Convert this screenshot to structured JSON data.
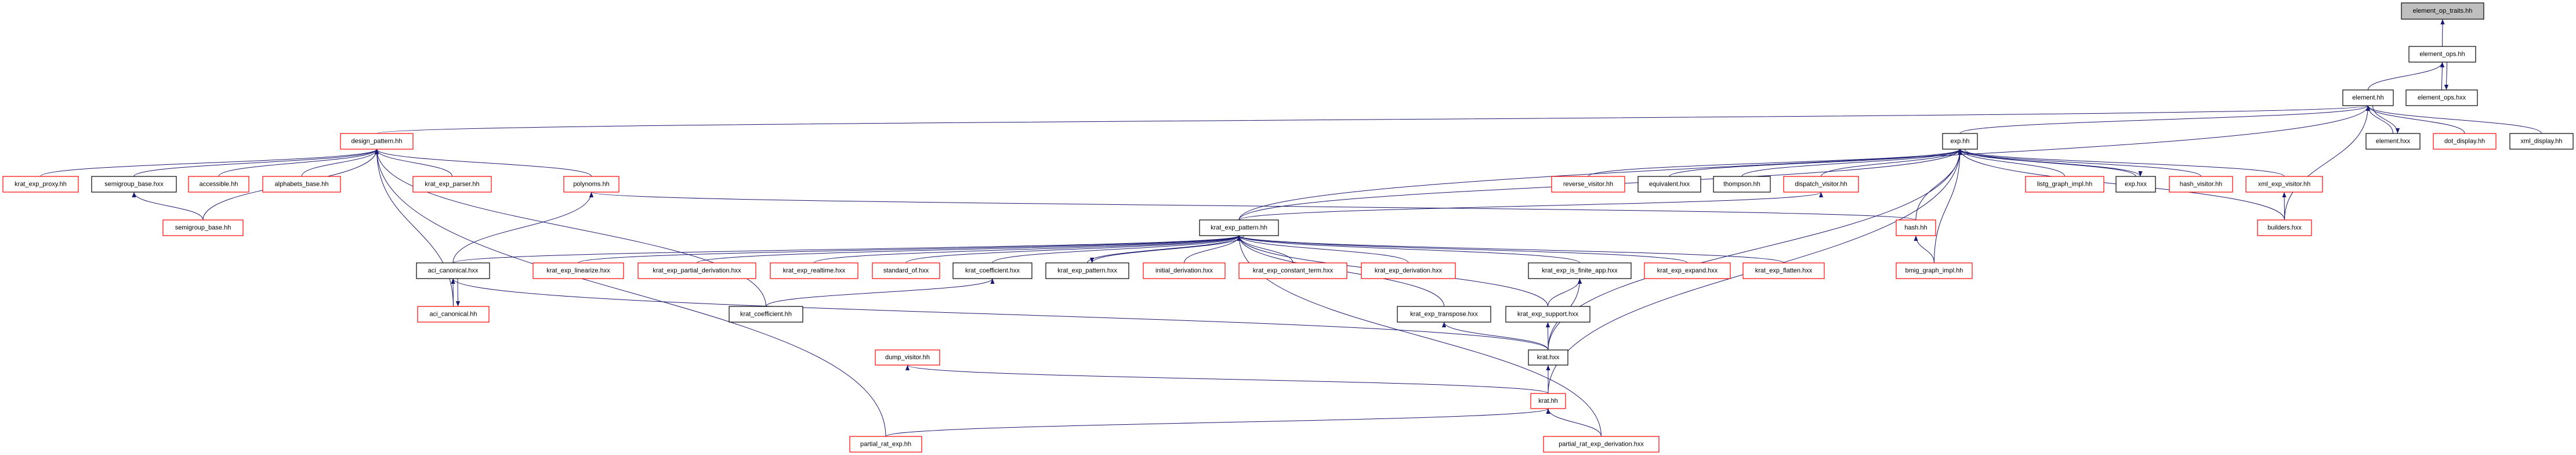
{
  "graph": {
    "type": "include-dependency-graph",
    "colors": {
      "edge": "#191970",
      "red_border": "#ff0000",
      "black_border": "#000000",
      "root_fill": "#bfbfbf"
    },
    "nodes": [
      {
        "id": "element_op_traits_hh",
        "label": "element_op_traits.hh",
        "style": "root"
      },
      {
        "id": "element_ops_hh",
        "label": "element_ops.hh",
        "style": "black"
      },
      {
        "id": "element_hh",
        "label": "element.hh",
        "style": "black"
      },
      {
        "id": "element_ops_hxx",
        "label": "element_ops.hxx",
        "style": "black"
      },
      {
        "id": "element_hxx",
        "label": "element.hxx",
        "style": "black"
      },
      {
        "id": "dot_display_hh",
        "label": "dot_display.hh",
        "style": "red"
      },
      {
        "id": "xml_display_hh",
        "label": "xml_display.hh",
        "style": "black"
      },
      {
        "id": "design_pattern_hh",
        "label": "design_pattern.hh",
        "style": "red"
      },
      {
        "id": "exp_hh",
        "label": "exp.hh",
        "style": "black"
      },
      {
        "id": "krat_exp_proxy_hh",
        "label": "krat_exp_proxy.hh",
        "style": "red"
      },
      {
        "id": "semigroup_base_hxx",
        "label": "semigroup_base.hxx",
        "style": "black"
      },
      {
        "id": "accessible_hh",
        "label": "accessible.hh",
        "style": "red"
      },
      {
        "id": "alphabets_base_hh",
        "label": "alphabets_base.hh",
        "style": "red"
      },
      {
        "id": "krat_exp_parser_hh",
        "label": "krat_exp_parser.hh",
        "style": "red"
      },
      {
        "id": "polynoms_hh",
        "label": "polynoms.hh",
        "style": "red"
      },
      {
        "id": "reverse_visitor_hh",
        "label": "reverse_visitor.hh",
        "style": "red"
      },
      {
        "id": "equivalent_hxx",
        "label": "equivalent.hxx",
        "style": "black"
      },
      {
        "id": "thompson_hh",
        "label": "thompson.hh",
        "style": "black"
      },
      {
        "id": "dispatch_visitor_hh",
        "label": "dispatch_visitor.hh",
        "style": "red"
      },
      {
        "id": "listg_graph_impl_hh",
        "label": "listg_graph_impl.hh",
        "style": "red"
      },
      {
        "id": "exp_hxx",
        "label": "exp.hxx",
        "style": "black"
      },
      {
        "id": "hash_visitor_hh",
        "label": "hash_visitor.hh",
        "style": "red"
      },
      {
        "id": "xml_exp_visitor_hh",
        "label": "xml_exp_visitor.hh",
        "style": "red"
      },
      {
        "id": "semigroup_base_hh",
        "label": "semigroup_base.hh",
        "style": "red"
      },
      {
        "id": "krat_exp_pattern_hh",
        "label": "krat_exp_pattern.hh",
        "style": "black"
      },
      {
        "id": "hash_hh",
        "label": "hash.hh",
        "style": "red"
      },
      {
        "id": "builders_hxx",
        "label": "builders.hxx",
        "style": "red"
      },
      {
        "id": "aci_canonical_hxx",
        "label": "aci_canonical.hxx",
        "style": "black"
      },
      {
        "id": "krat_exp_linearize_hxx",
        "label": "krat_exp_linearize.hxx",
        "style": "red"
      },
      {
        "id": "krat_exp_partial_derivation_hxx",
        "label": "krat_exp_partial_derivation.hxx",
        "style": "red"
      },
      {
        "id": "krat_exp_realtime_hxx",
        "label": "krat_exp_realtime.hxx",
        "style": "red"
      },
      {
        "id": "standard_of_hxx",
        "label": "standard_of.hxx",
        "style": "red"
      },
      {
        "id": "krat_coefficient_hxx",
        "label": "krat_coefficient.hxx",
        "style": "black"
      },
      {
        "id": "krat_exp_pattern_hxx",
        "label": "krat_exp_pattern.hxx",
        "style": "black"
      },
      {
        "id": "initial_derivation_hxx",
        "label": "initial_derivation.hxx",
        "style": "red"
      },
      {
        "id": "krat_exp_constant_term_hxx",
        "label": "krat_exp_constant_term.hxx",
        "style": "red"
      },
      {
        "id": "krat_exp_derivation_hxx",
        "label": "krat_exp_derivation.hxx",
        "style": "red"
      },
      {
        "id": "krat_exp_is_finite_app_hxx",
        "label": "krat_exp_is_finite_app.hxx",
        "style": "black"
      },
      {
        "id": "krat_exp_expand_hxx",
        "label": "krat_exp_expand.hxx",
        "style": "red"
      },
      {
        "id": "krat_exp_flatten_hxx",
        "label": "krat_exp_flatten.hxx",
        "style": "red"
      },
      {
        "id": "bmig_graph_impl_hh",
        "label": "bmig_graph_impl.hh",
        "style": "red"
      },
      {
        "id": "aci_canonical_hh",
        "label": "aci_canonical.hh",
        "style": "red"
      },
      {
        "id": "krat_coefficient_hh",
        "label": "krat_coefficient.hh",
        "style": "black"
      },
      {
        "id": "krat_exp_transpose_hxx",
        "label": "krat_exp_transpose.hxx",
        "style": "black"
      },
      {
        "id": "krat_exp_support_hxx",
        "label": "krat_exp_support.hxx",
        "style": "black"
      },
      {
        "id": "dump_visitor_hh",
        "label": "dump_visitor.hh",
        "style": "red"
      },
      {
        "id": "krat_hxx",
        "label": "krat.hxx",
        "style": "black"
      },
      {
        "id": "krat_hh",
        "label": "krat.hh",
        "style": "red"
      },
      {
        "id": "partial_rat_exp_hh",
        "label": "partial_rat_exp.hh",
        "style": "red"
      },
      {
        "id": "partial_rat_exp_derivation_hxx",
        "label": "partial_rat_exp_derivation.hxx",
        "style": "red"
      }
    ],
    "edges": [
      [
        "element_ops_hh",
        "element_op_traits_hh"
      ],
      [
        "element_hh",
        "element_ops_hh"
      ],
      [
        "element_ops_hxx",
        "element_ops_hh"
      ],
      [
        "element_ops_hh",
        "element_ops_hxx"
      ],
      [
        "element_hxx",
        "element_hh"
      ],
      [
        "element_hh",
        "element_hxx"
      ],
      [
        "dot_display_hh",
        "element_hh"
      ],
      [
        "xml_display_hh",
        "element_hh"
      ],
      [
        "design_pattern_hh",
        "element_hh"
      ],
      [
        "exp_hh",
        "element_hh"
      ],
      [
        "krat_exp_pattern_hh",
        "element_hh"
      ],
      [
        "builders_hxx",
        "element_hh"
      ],
      [
        "reverse_visitor_hh",
        "exp_hh"
      ],
      [
        "equivalent_hxx",
        "exp_hh"
      ],
      [
        "thompson_hh",
        "exp_hh"
      ],
      [
        "dispatch_visitor_hh",
        "exp_hh"
      ],
      [
        "listg_graph_impl_hh",
        "exp_hh"
      ],
      [
        "exp_hxx",
        "exp_hh"
      ],
      [
        "exp_hh",
        "exp_hxx"
      ],
      [
        "hash_visitor_hh",
        "exp_hh"
      ],
      [
        "xml_exp_visitor_hh",
        "exp_hh"
      ],
      [
        "builders_hxx",
        "exp_hh"
      ],
      [
        "builders_hxx",
        "xml_exp_visitor_hh"
      ],
      [
        "hash_hh",
        "exp_hh"
      ],
      [
        "bmig_graph_impl_hh",
        "exp_hh"
      ],
      [
        "bmig_graph_impl_hh",
        "hash_hh"
      ],
      [
        "krat_hxx",
        "exp_hh"
      ],
      [
        "krat_hh",
        "exp_hh"
      ],
      [
        "krat_exp_pattern_hh",
        "exp_hh"
      ],
      [
        "krat_exp_pattern_hh",
        "dispatch_visitor_hh"
      ],
      [
        "hash_hh",
        "polynoms_hh"
      ],
      [
        "krat_exp_proxy_hh",
        "design_pattern_hh"
      ],
      [
        "semigroup_base_hxx",
        "design_pattern_hh"
      ],
      [
        "accessible_hh",
        "design_pattern_hh"
      ],
      [
        "alphabets_base_hh",
        "design_pattern_hh"
      ],
      [
        "semigroup_base_hh",
        "design_pattern_hh"
      ],
      [
        "krat_exp_parser_hh",
        "design_pattern_hh"
      ],
      [
        "polynoms_hh",
        "design_pattern_hh"
      ],
      [
        "aci_canonical_hh",
        "design_pattern_hh"
      ],
      [
        "krat_coefficient_hh",
        "design_pattern_hh"
      ],
      [
        "semigroup_base_hh",
        "semigroup_base_hxx"
      ],
      [
        "aci_canonical_hxx",
        "polynoms_hh"
      ],
      [
        "aci_canonical_hxx",
        "krat_exp_pattern_hh"
      ],
      [
        "krat_exp_linearize_hxx",
        "krat_exp_pattern_hh"
      ],
      [
        "krat_exp_partial_derivation_hxx",
        "krat_exp_pattern_hh"
      ],
      [
        "krat_exp_realtime_hxx",
        "krat_exp_pattern_hh"
      ],
      [
        "standard_of_hxx",
        "krat_exp_pattern_hh"
      ],
      [
        "krat_coefficient_hxx",
        "krat_exp_pattern_hh"
      ],
      [
        "krat_exp_pattern_hxx",
        "krat_exp_pattern_hh"
      ],
      [
        "krat_exp_pattern_hh",
        "krat_exp_pattern_hxx"
      ],
      [
        "initial_derivation_hxx",
        "krat_exp_pattern_hh"
      ],
      [
        "krat_exp_constant_term_hxx",
        "krat_exp_pattern_hh"
      ],
      [
        "krat_exp_derivation_hxx",
        "krat_exp_pattern_hh"
      ],
      [
        "krat_exp_is_finite_app_hxx",
        "krat_exp_pattern_hh"
      ],
      [
        "krat_exp_expand_hxx",
        "krat_exp_pattern_hh"
      ],
      [
        "krat_exp_flatten_hxx",
        "krat_exp_pattern_hh"
      ],
      [
        "krat_exp_transpose_hxx",
        "krat_exp_pattern_hh"
      ],
      [
        "krat_exp_support_hxx",
        "krat_exp_pattern_hh"
      ],
      [
        "partial_rat_exp_derivation_hxx",
        "krat_exp_pattern_hh"
      ],
      [
        "aci_canonical_hh",
        "aci_canonical_hxx"
      ],
      [
        "aci_canonical_hxx",
        "aci_canonical_hh"
      ],
      [
        "krat_coefficient_hh",
        "krat_coefficient_hxx"
      ],
      [
        "krat_exp_support_hxx",
        "krat_exp_is_finite_app_hxx"
      ],
      [
        "krat_hxx",
        "krat_exp_is_finite_app_hxx"
      ],
      [
        "krat_hxx",
        "krat_exp_transpose_hxx"
      ],
      [
        "krat_hxx",
        "krat_exp_support_hxx"
      ],
      [
        "krat_hxx",
        "aci_canonical_hxx"
      ],
      [
        "krat_hh",
        "krat_hxx"
      ],
      [
        "krat_hh",
        "dump_visitor_hh"
      ],
      [
        "partial_rat_exp_hh",
        "krat_hh"
      ],
      [
        "partial_rat_exp_derivation_hxx",
        "krat_hh"
      ],
      [
        "partial_rat_exp_hh",
        "design_pattern_hh"
      ]
    ]
  }
}
